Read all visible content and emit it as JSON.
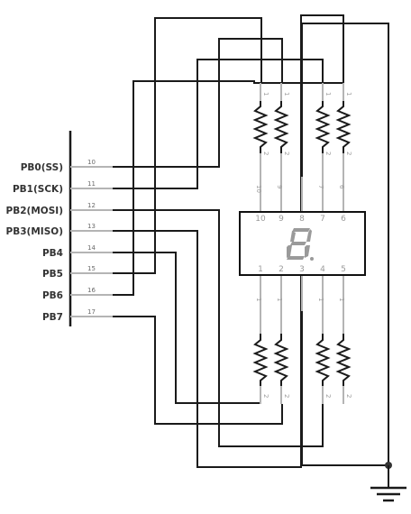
{
  "connector": {
    "pins": [
      {
        "label": "PB0(SS)",
        "number": "10"
      },
      {
        "label": "PB1(SCK)",
        "number": "11"
      },
      {
        "label": "PB2(MOSI)",
        "number": "12"
      },
      {
        "label": "PB3(MISO)",
        "number": "13"
      },
      {
        "label": "PB4",
        "number": "14"
      },
      {
        "label": "PB5",
        "number": "15"
      },
      {
        "label": "PB6",
        "number": "16"
      },
      {
        "label": "PB7",
        "number": "17"
      }
    ]
  },
  "display": {
    "glyph": "8",
    "top_pins": [
      "10",
      "9",
      "8",
      "7",
      "6"
    ],
    "bottom_pins": [
      "1",
      "2",
      "3",
      "4",
      "5"
    ]
  },
  "resistors": {
    "top": [
      {
        "end_a": "1",
        "end_b": "2",
        "net": "10"
      },
      {
        "end_a": "1",
        "end_b": "2",
        "net": "9"
      },
      {
        "end_a": "1",
        "end_b": "2",
        "net": "7"
      },
      {
        "end_a": "1",
        "end_b": "2",
        "net": "6"
      }
    ],
    "bottom": [
      {
        "end_a": "1",
        "end_b": "2"
      },
      {
        "end_a": "1",
        "end_b": "2"
      },
      {
        "end_a": "1",
        "end_b": "2"
      },
      {
        "end_a": "1",
        "end_b": "2"
      }
    ]
  },
  "colors": {
    "wire": "#1a1a1a",
    "pin_stub": "#b4b4b4",
    "digit_segment": "#9a9a9a",
    "label": "#333333"
  },
  "icons": {
    "ground": "ground-symbol-icon",
    "junction": "junction-dot-icon",
    "resistor": "resistor-zigzag-icon"
  }
}
